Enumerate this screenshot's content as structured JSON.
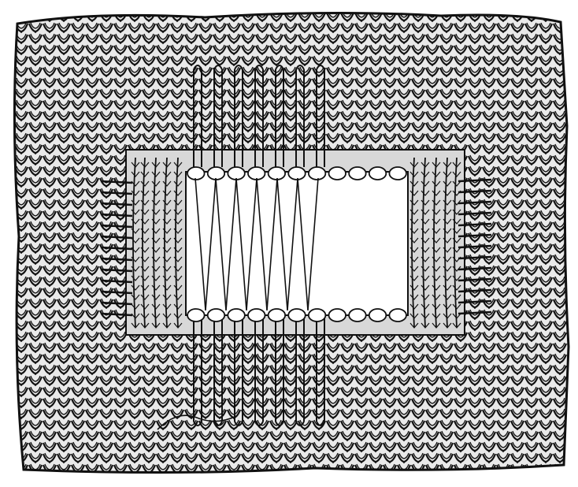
{
  "illustration": {
    "subject": "knitted-fabric-darning-hole",
    "ink_color": "#111111",
    "paper_color": "#ffffff",
    "fabric_color": "#e9e9e9",
    "loop_color": "#ffffff",
    "thread_color": "#111111",
    "darning_threads_drawn": 6,
    "loops_top_edge": 11,
    "loops_bottom_edge": 11
  }
}
